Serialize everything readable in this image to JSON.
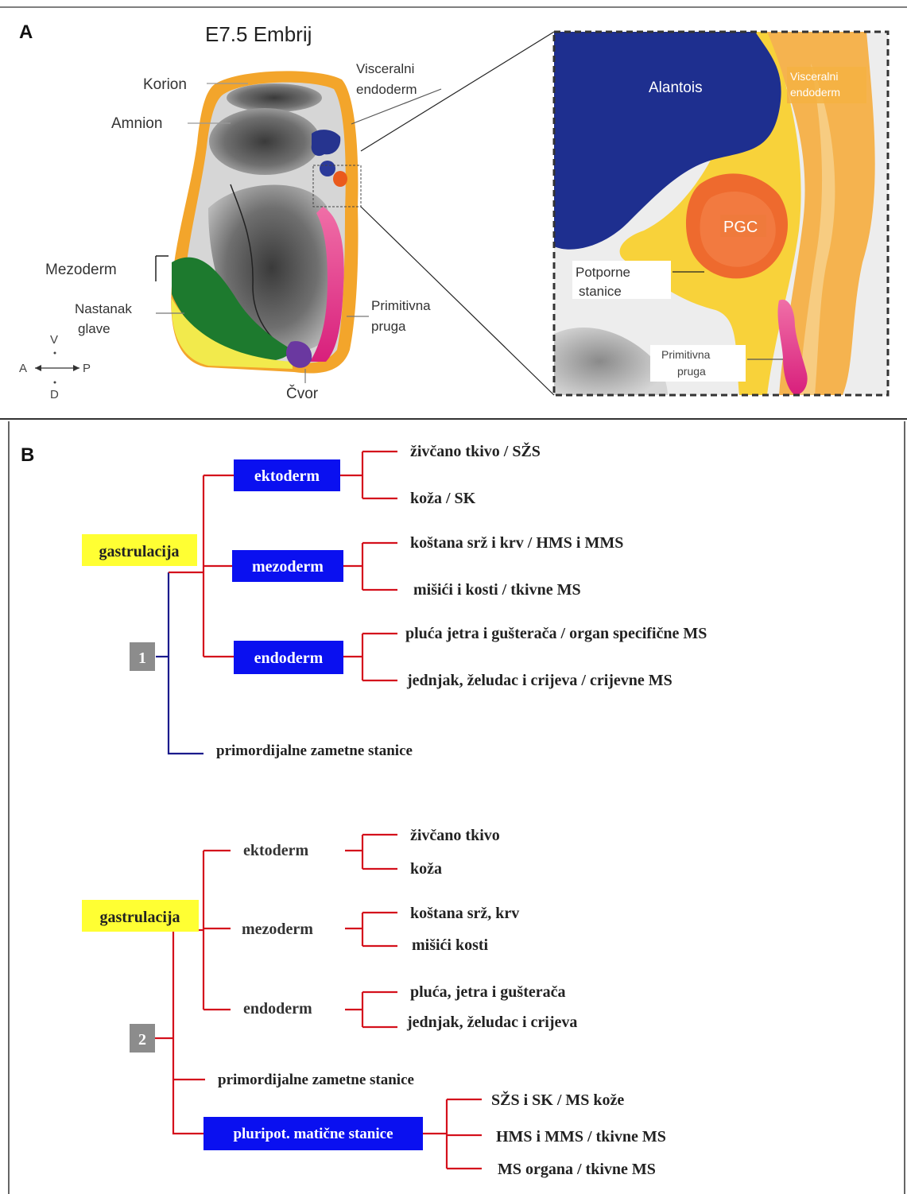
{
  "panel_a": {
    "letter": "A",
    "title": "E7.5 Embrij",
    "labels": {
      "korion": "Korion",
      "amnion": "Amnion",
      "visceralni": [
        "Visceralni",
        "endoderm"
      ],
      "mezoderm": "Mezoderm",
      "nastanak": [
        "Nastanak",
        "glave"
      ],
      "primitivna": [
        "Primitivna",
        "pruga"
      ],
      "cvor": "Čvor"
    },
    "axes": {
      "v": "V",
      "d": "D",
      "a": "A",
      "p": "P"
    },
    "inset": {
      "alantois": "Alantois",
      "visceralni": [
        "Visceralni",
        "endoderm"
      ],
      "pgc": "PGC",
      "potporne": [
        "Potporne",
        "stanice"
      ],
      "primitivna": [
        "Primitivna",
        "pruga"
      ]
    }
  },
  "panel_b": {
    "letter": "B",
    "tree1": {
      "badge": "1",
      "root": "gastrulacija",
      "branches": [
        {
          "label": "ektoderm",
          "leaves": [
            "živčano tkivo / SŽS",
            "koža / SK"
          ]
        },
        {
          "label": "mezoderm",
          "leaves": [
            "koštana srž i krv / HMS i MMS",
            "mišići i kosti / tkivne MS"
          ]
        },
        {
          "label": "endoderm",
          "leaves": [
            "pluća jetra i gušterača / organ specifične MS",
            "jednjak, želudac i crijeva / crijevne MS"
          ]
        }
      ],
      "extra": "primordijalne zametne stanice"
    },
    "tree2": {
      "badge": "2",
      "root": "gastrulacija",
      "branches": [
        {
          "label": "ektoderm",
          "leaves": [
            "živčano tkivo",
            "koža"
          ]
        },
        {
          "label": "mezoderm",
          "leaves": [
            "koštana srž, krv",
            "mišići kosti"
          ]
        },
        {
          "label": "endoderm",
          "leaves": [
            "pluća, jetra i gušterača",
            "jednjak, želudac i crijeva"
          ]
        }
      ],
      "extra": "primordijalne zametne stanice",
      "pluripotent": {
        "label": "pluripot. matične stanice",
        "leaves": [
          "SŽS i SK / MS kože",
          "HMS i MMS / tkivne MS",
          "MS organa / tkivne MS"
        ]
      }
    }
  },
  "colors": {
    "germ_layer_box": "#0a10f0",
    "root_highlight": "#ffff33",
    "red_line": "#d4101c",
    "navy_line": "#1a1a8c",
    "badge": "#8c8c8c"
  }
}
